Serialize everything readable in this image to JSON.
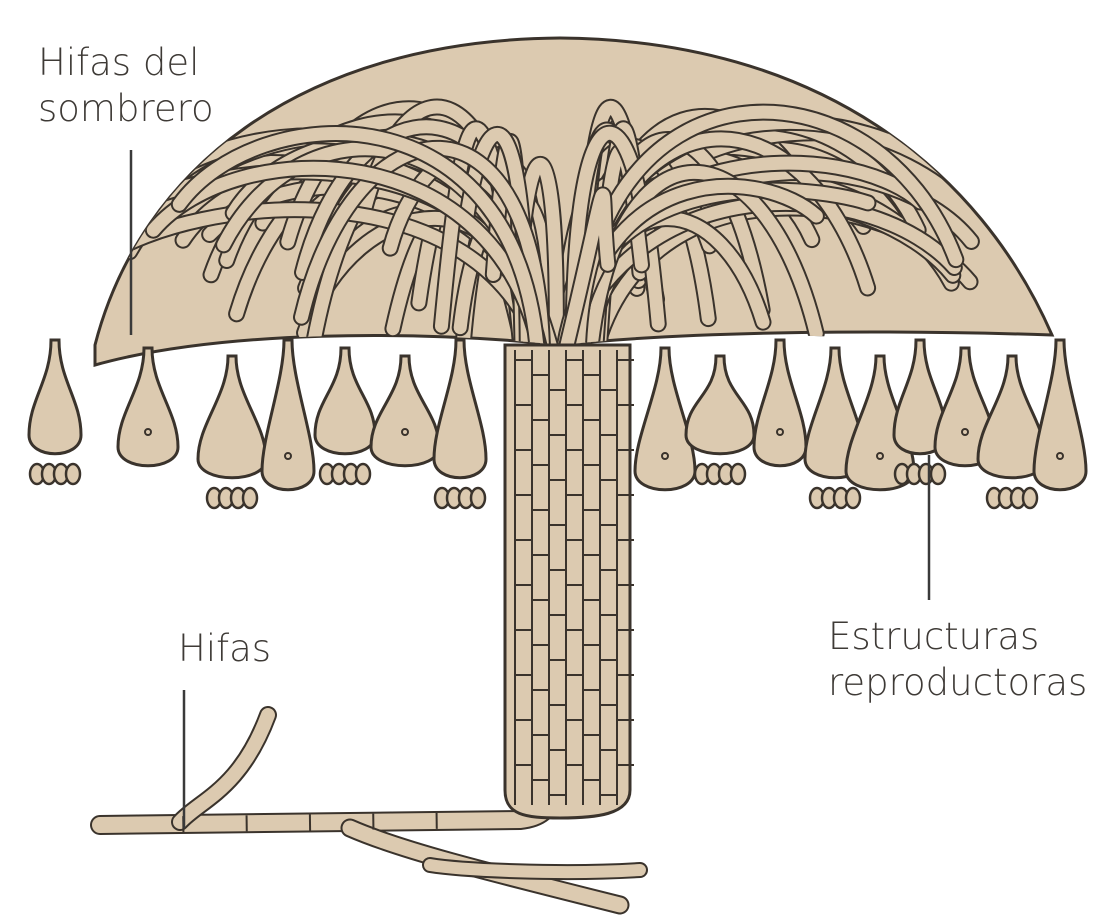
{
  "labels": {
    "cap_hyphae": {
      "line1": "Hifas del",
      "line2": "sombrero"
    },
    "reproductive": {
      "line1": "Estructuras",
      "line2": "reproductoras"
    },
    "hyphae": "Hifas"
  },
  "colors": {
    "background": "#ffffff",
    "hypha_fill": "#dccab0",
    "hypha_outline": "#3a332c",
    "leader_line": "#3a3a3a",
    "label_text": "#3e3a36"
  }
}
